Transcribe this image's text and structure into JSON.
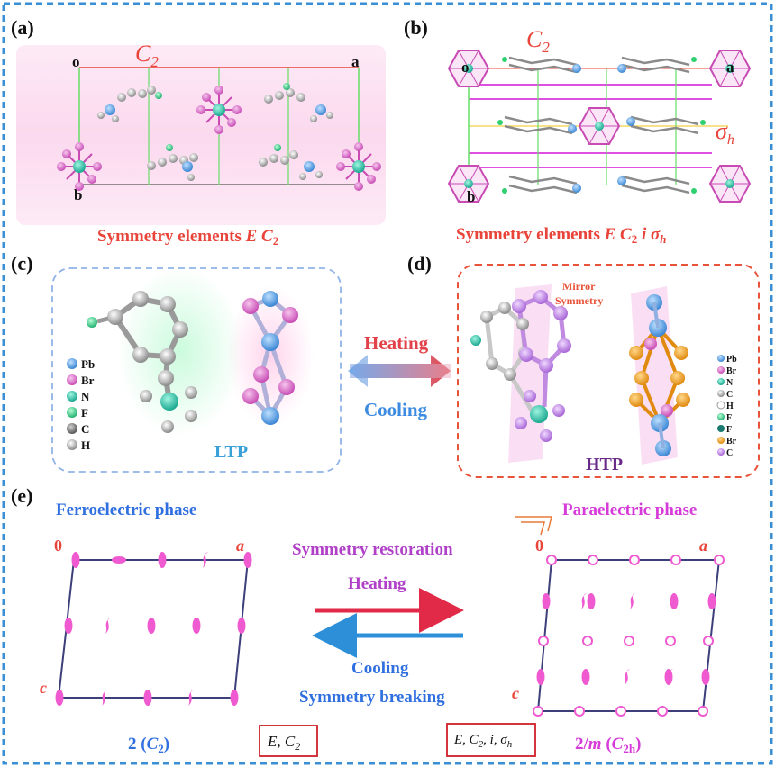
{
  "panels": {
    "a": {
      "label": "(a)",
      "axis_label": "C",
      "axis_sub": "2",
      "corner_o": "o",
      "corner_a": "a",
      "corner_b": "b",
      "caption_prefix": "Symmetry elements ",
      "caption_E": "E",
      "caption_C": "C",
      "caption_sub": "2"
    },
    "b": {
      "label": "(b)",
      "axis_label": "C",
      "axis_sub": "2",
      "sigma": "σ",
      "sigma_sub": "h",
      "corner_o": "o",
      "corner_a": "a",
      "corner_b": "b",
      "caption_prefix": "Symmetry elements ",
      "caption_E": "E",
      "caption_C": "C",
      "caption_sub": "2",
      "caption_i": "i",
      "caption_sigma": "σ",
      "caption_sigma_sub": "h"
    },
    "c": {
      "label": "(c)",
      "legend": [
        "Pb",
        "Br",
        "N",
        "F",
        "C",
        "H"
      ],
      "phase": "LTP"
    },
    "d": {
      "label": "(d)",
      "mirror_line1": "Mirror",
      "mirror_line2": "Symmetry",
      "legend": [
        "Pb",
        "Br",
        "N",
        "C",
        "H",
        "F",
        "F",
        "Br",
        "C"
      ],
      "phase": "HTP"
    },
    "arrows_cd": {
      "heating": "Heating",
      "cooling": "Cooling"
    },
    "e": {
      "label": "(e)",
      "ferro": "Ferroelectric phase",
      "para": "Paraelectric phase",
      "left_origin": "0",
      "left_a": "a",
      "left_c": "c",
      "right_origin": "0",
      "right_a": "a",
      "right_c": "c",
      "restoration": "Symmetry restoration",
      "heating": "Heating",
      "cooling": "Cooling",
      "breaking": "Symmetry breaking",
      "left_group_num": "2 (",
      "left_group_C": "C",
      "left_group_sub": "2",
      "left_group_close": ")",
      "box_left_E": "E, C",
      "box_left_sub": "2",
      "box_right": "E, C",
      "box_right_sub": "2",
      "box_right_rest": ", i, σ",
      "box_right_h": "h",
      "right_group_num": "2/",
      "right_group_m": "m",
      "right_group_open": " (",
      "right_group_C": "C",
      "right_group_sub": "2h",
      "right_group_close": ")"
    }
  },
  "colors": {
    "frame": "#3b8fd6",
    "red": "#e8443a",
    "blue": "#2f6fe0",
    "magenta": "#d63ad8",
    "pink": "#f05ad0",
    "navy": "#3c3f7a"
  }
}
